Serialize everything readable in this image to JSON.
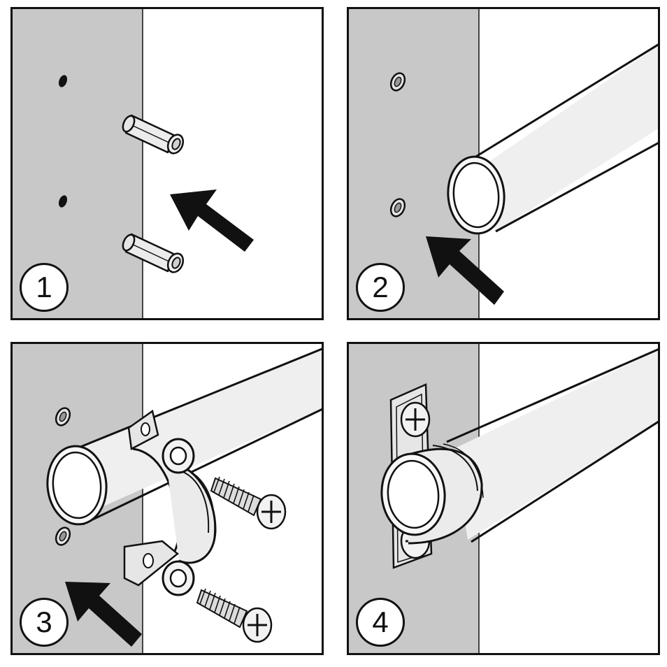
{
  "steps": [
    {
      "number": "1"
    },
    {
      "number": "2"
    },
    {
      "number": "3"
    },
    {
      "number": "4"
    }
  ],
  "colors": {
    "wall": "#c8c8c8",
    "outline": "#111111",
    "pipe": "#f2f2f2",
    "background": "#ffffff"
  },
  "icons": [
    "wall-plug-icon",
    "pipe-icon",
    "pipe-clamp-icon",
    "screw-icon",
    "direction-arrow-icon"
  ]
}
